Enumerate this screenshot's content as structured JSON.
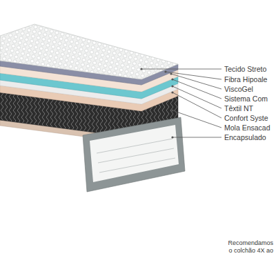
{
  "diagram": {
    "labels": [
      "Tecido Streto",
      "Fibra Hipoale",
      "ViscoGel",
      "Sistema Com",
      "Têxtil NT",
      "Confort Syste",
      "Mola Ensacad",
      "Encapsulado",
      "Recomendamos o colchão 4X ao"
    ]
  }
}
